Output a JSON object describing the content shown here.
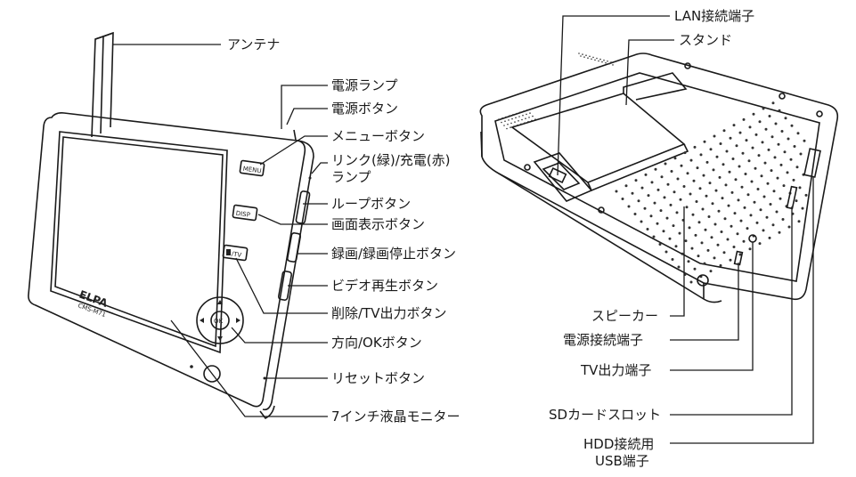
{
  "device": {
    "brand": "ELPA",
    "model": "CMS-M71",
    "buttons": {
      "menu": "MENU",
      "disp": "DISP",
      "tv": "/TV",
      "ok": "OK"
    }
  },
  "front_labels": {
    "antenna": "アンテナ",
    "power_lamp": "電源ランプ",
    "power_button": "電源ボタン",
    "menu_button": "メニューボタン",
    "link_lamp_line1": "リンク(緑)/充電(赤)",
    "link_lamp_line2": "ランプ",
    "loop_button": "ループボタン",
    "display_button": "画面表示ボタン",
    "record_button": "録画/録画停止ボタン",
    "video_play_button": "ビデオ再生ボタン",
    "delete_tv_button": "削除/TV出力ボタン",
    "direction_ok_button": "方向/OKボタン",
    "reset_button": "リセットボタン",
    "lcd_monitor": "7インチ液晶モニター"
  },
  "back_labels": {
    "lan_port": "LAN接続端子",
    "stand": "スタンド",
    "speaker": "スピーカー",
    "power_jack": "電源接続端子",
    "tv_out": "TV出力端子",
    "sd_slot": "SDカードスロット",
    "hdd_usb_line1": "HDD接続用",
    "hdd_usb_line2": "USB端子"
  }
}
